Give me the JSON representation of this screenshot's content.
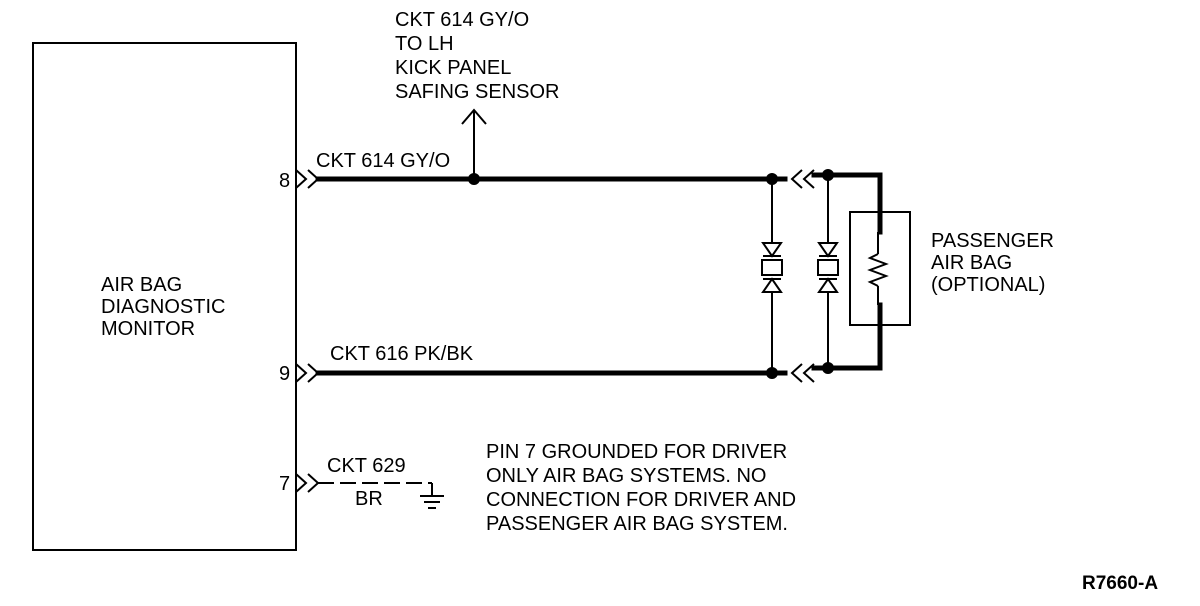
{
  "module": {
    "lines": [
      "AIR BAG",
      "DIAGNOSTIC",
      "MONITOR"
    ]
  },
  "pins": {
    "pin8": "8",
    "pin9": "9",
    "pin7": "7"
  },
  "circuits": {
    "ckt614": "CKT 614 GY/O",
    "ckt616": "CKT 616 PK/BK",
    "ckt629": "CKT 629",
    "ckt629_color": "BR"
  },
  "safing_sensor_note": {
    "lines": [
      "CKT 614 GY/O",
      "TO LH",
      "KICK PANEL",
      "SAFING SENSOR"
    ]
  },
  "passenger_airbag": {
    "lines": [
      "PASSENGER",
      "AIR BAG",
      "(OPTIONAL)"
    ]
  },
  "pin7_note": {
    "lines": [
      "PIN 7 GROUNDED FOR DRIVER",
      "ONLY AIR BAG SYSTEMS. NO",
      "CONNECTION FOR DRIVER AND",
      "PASSENGER AIR BAG SYSTEM."
    ]
  },
  "figure_id": "R7660-A"
}
